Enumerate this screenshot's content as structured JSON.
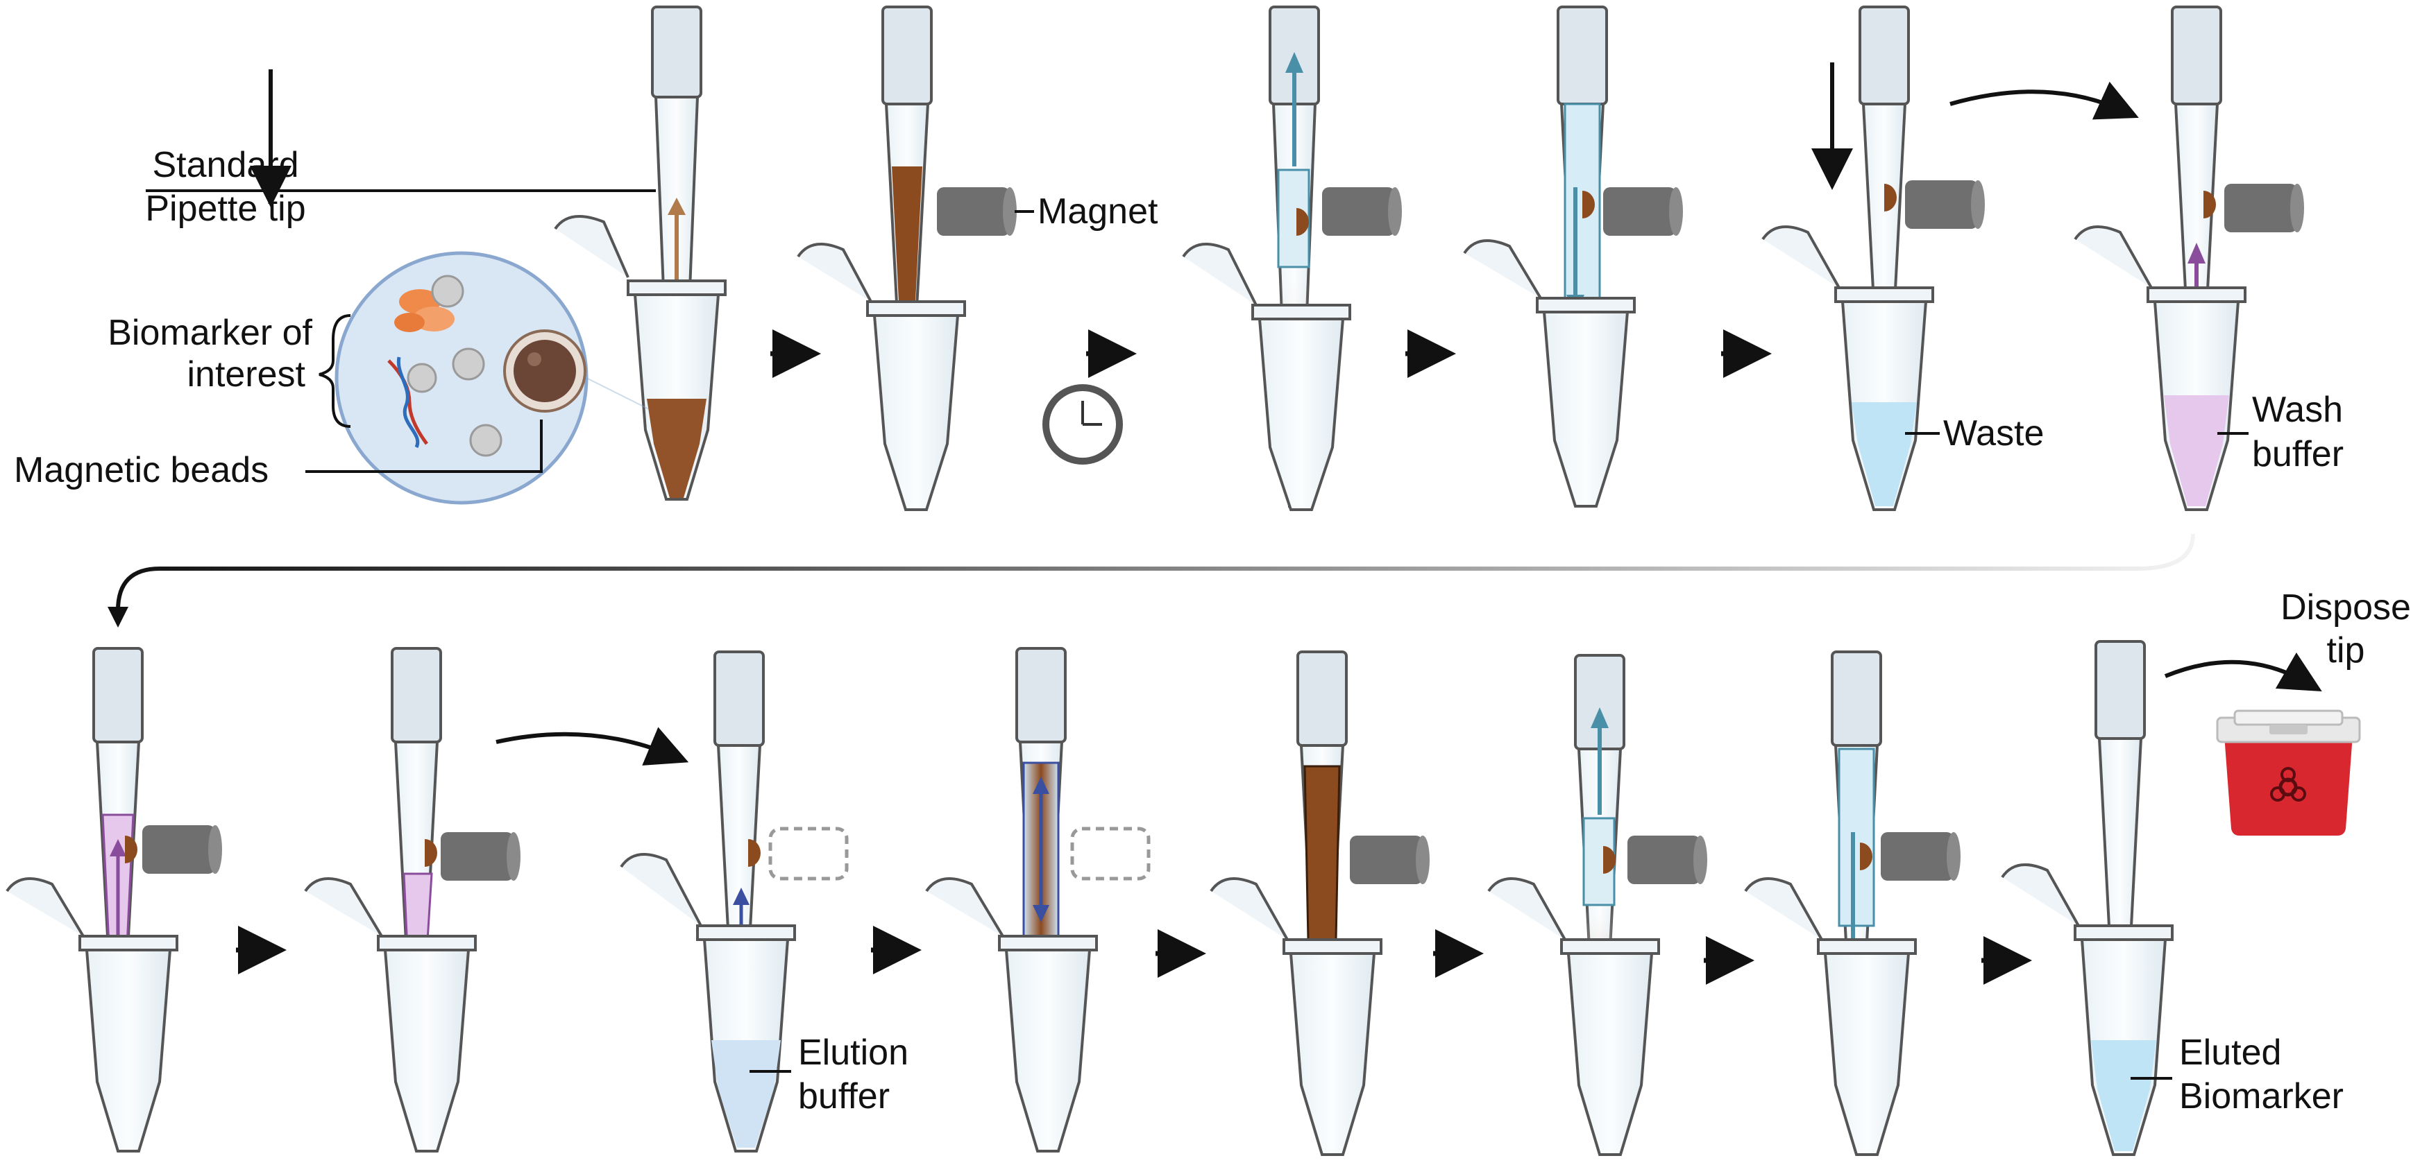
{
  "labels": {
    "pipette_tip_line1": "Standard",
    "pipette_tip_line2": "Pipette tip",
    "biomarker_line1": "Biomarker of",
    "biomarker_line2": "interest",
    "magnetic_beads": "Magnetic beads",
    "magnet": "Magnet",
    "waste": "Waste",
    "wash_line1": "Wash",
    "wash_line2": "buffer",
    "elution_line1": "Elution",
    "elution_line2": "buffer",
    "eluted_line1": "Eluted",
    "eluted_line2": "Biomarker",
    "dispose_line1": "Dispose",
    "dispose_line2": "tip"
  },
  "colors": {
    "sample_brown": "#8c4a1f",
    "bead_brown": "#7a3b12",
    "wash_purple": "#e6c8ec",
    "waste_blue": "#bfe4f6",
    "elution_blue": "#cfe3f4",
    "magnet_gray": "#6f6f6f",
    "bin_red": "#d8272f",
    "arrow_teal": "#4a8fa8",
    "arrow_purple": "#8a4d9c",
    "arrow_navy": "#3b4fa0"
  },
  "steps_row1": 6,
  "steps_row2": 8
}
